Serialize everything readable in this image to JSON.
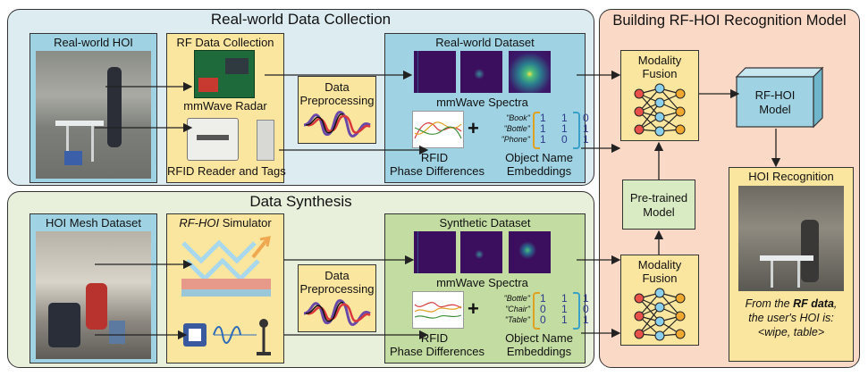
{
  "sections": {
    "real_world": "Real-world Data Collection",
    "synthesis": "Data Synthesis",
    "model": "Building RF-HOI Recognition Model"
  },
  "real_world": {
    "hoi_title": "Real-world HOI",
    "rf_collection_title": "RF Data Collection",
    "mmwave_radar": "mmWave Radar",
    "rfid_reader_tags": "RFID Reader and Tags",
    "preprocessing_line1": "Data",
    "preprocessing_line2": "Preprocessing",
    "dataset_title": "Real-world Dataset",
    "spectra_label": "mmWave Spectra",
    "rfid_line1": "RFID",
    "rfid_line2": "Phase Differences",
    "plus": "+",
    "objects": [
      "\"Book\"",
      "\"Bottle\"",
      "\"Phone\""
    ],
    "matrix": [
      "1 1 0",
      "1 1 1",
      "1 0 1"
    ],
    "emb_line1": "Object Name",
    "emb_line2": "Embeddings"
  },
  "synthesis": {
    "mesh_title": "HOI Mesh Dataset",
    "simulator_title_italic": "RF-HOI",
    "simulator_title_rest": " Simulator",
    "preprocessing_line1": "Data",
    "preprocessing_line2": "Preprocessing",
    "dataset_title": "Synthetic Dataset",
    "spectra_label": "mmWave  Spectra",
    "rfid_line1": "RFID",
    "rfid_line2": "Phase Differences",
    "plus": "+",
    "objects": [
      "\"Bottle\"",
      "\"Chair\"",
      "\"Table\""
    ],
    "matrix": [
      "1 1 1",
      "0 1 0",
      "0 1 1"
    ],
    "emb_line1": "Object Name",
    "emb_line2": "Embeddings"
  },
  "model": {
    "fusion_top_line1": "Modality",
    "fusion_top_line2": "Fusion",
    "pretrained_line1": "Pre-trained",
    "pretrained_line2": "Model",
    "fusion_bottom_line1": "Modality",
    "fusion_bottom_line2": "Fusion",
    "rfhoi_line1": "RF-HOI",
    "rfhoi_line2": "Model",
    "recognition_title": "HOI Recognition",
    "result_line1_pre": "From the ",
    "result_line1_bold": "RF data",
    "result_line1_post": ",",
    "result_line2": "the user's HOI is:",
    "result_line3": "<wipe, table>"
  }
}
